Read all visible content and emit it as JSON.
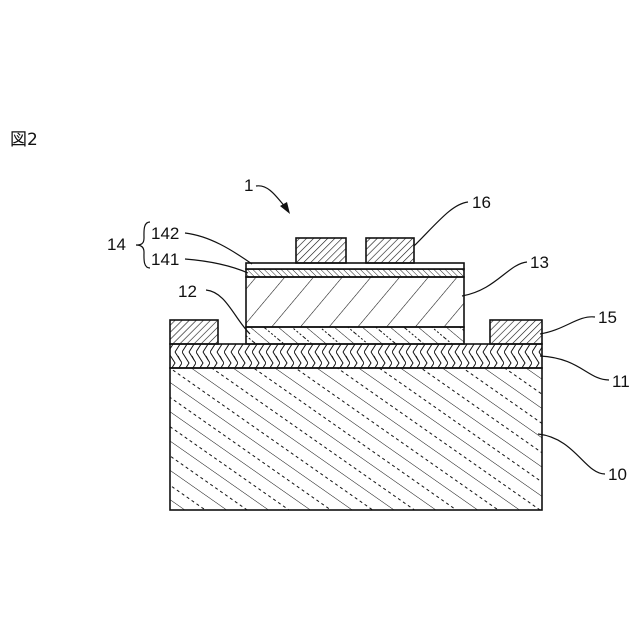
{
  "figure": {
    "title": "図2",
    "device_label": "1",
    "parts": {
      "substrate": "10",
      "layer_11": "11",
      "layer_12": "12",
      "layer_13": "13",
      "layer_14": "14",
      "layer_141": "141",
      "layer_142": "142",
      "electrode_15": "15",
      "electrode_16": "16"
    }
  }
}
